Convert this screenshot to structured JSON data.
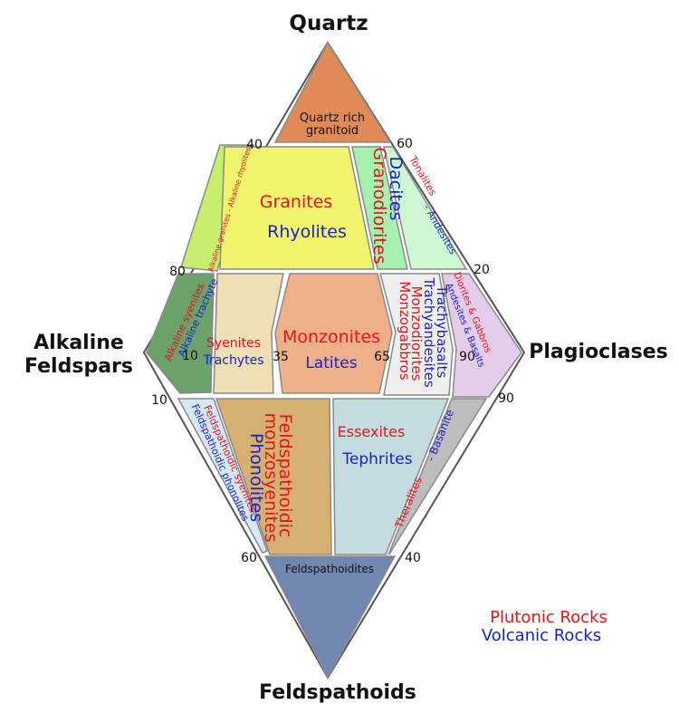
{
  "vertices": {
    "top": "Quartz",
    "left_1": "Alkaline",
    "left_2": "Feldspars",
    "right": "Plagioclases",
    "bottom": "Feldspathoids"
  },
  "ticks": {
    "upper_left_40": "40",
    "upper_right_60": "60",
    "upper_left_80": "80",
    "upper_right_20": "20",
    "mid_10": "10",
    "mid_35": "35",
    "mid_65": "65",
    "mid_90": "90",
    "lower_left_10": "10",
    "lower_right_90": "90",
    "lower_left_60": "60",
    "lower_right_40": "40"
  },
  "fields": {
    "quartz_rich_1": "Quartz rich",
    "quartz_rich_2": "granitoid",
    "alk_granites": "Alkaline granites - Alkaline rhyolites",
    "granites": "Granites",
    "rhyolites": "Rhyolites",
    "granodiorites": "Granodiorites",
    "dacites": "Dacites",
    "tonalites": "Tonalites",
    "andesites_dash": "- Andesites",
    "alk_syenites": "Alkaline syenites",
    "alk_trachyte": "Alkaline trachyte",
    "syenites": "Syenites",
    "trachytes": "Trachytes",
    "monzonites": "Monzonites",
    "latites": "Latites",
    "monzogabbros": "Monzogabbros",
    "monzodiorites": "Monzodiorites",
    "trachyandesites": "Trachyandesites",
    "trachybasalts": "Trachybasalts",
    "diorites_gabbros": "Diorites & Gabbros",
    "andesites_basalts": "Andesites & Basalts",
    "fsp_syenites": "Feldspathoidic syenites",
    "fsp_phonolites": "Feldspathoidic phonolites",
    "fsp_monz_1": "Feldspathoidic",
    "fsp_monz_2": "monzosyenites",
    "phonolites": "Phonolites",
    "essexites": "Essexites",
    "tephrites": "Tephrites",
    "theralites": "Theralites",
    "basanite": "- Basanite",
    "feldspathoidites": "Feldspathoidites"
  },
  "legend": {
    "plutonic": "Plutonic Rocks",
    "volcanic": "Volcanic Rocks"
  },
  "colors": {
    "plutonic": "#e4141b",
    "volcanic": "#1b22c8",
    "quartz_rich": "#e08b55",
    "alk_granite": "#c8ee6e",
    "granite": "#f1f56e",
    "granodiorite": "#a6f0b0",
    "tonalite": "#cdf7d2",
    "alk_syenite": "#6aa26a",
    "syenite": "#eedfb4",
    "monzonite": "#eeb08a",
    "monzogabbro": "#efefef",
    "diorite": "#e4cdea",
    "fsp_syenite": "#d6e7f6",
    "fsp_monzosyenite": "#d6b071",
    "essexite": "#c4dbe0",
    "theralite": "#bdbdbd",
    "feldspathoidite": "#7287b0"
  }
}
